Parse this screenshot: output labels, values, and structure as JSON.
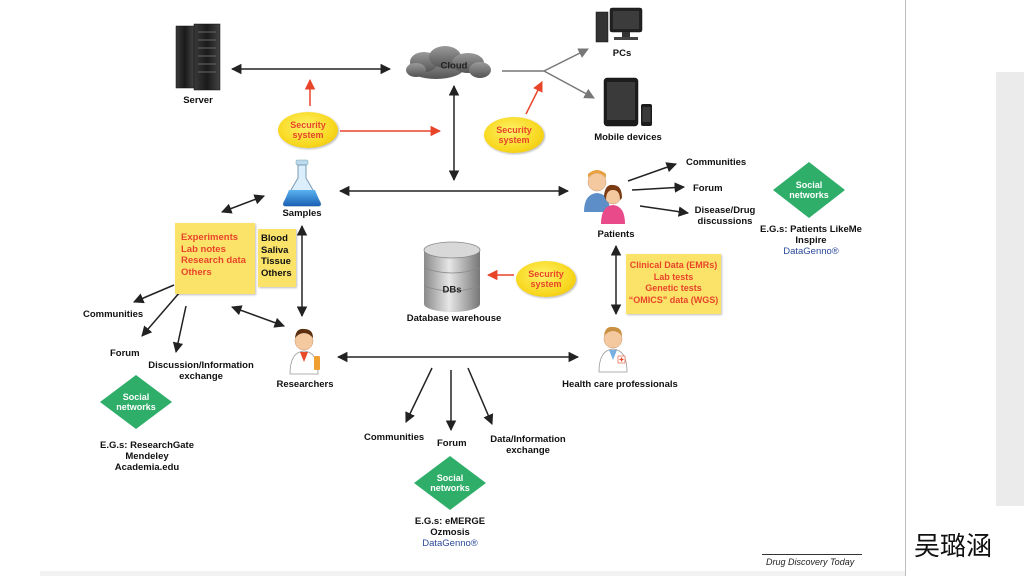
{
  "nodes": {
    "server": "Server",
    "cloud": "Cloud",
    "pcs": "PCs",
    "mobile": "Mobile devices",
    "samples": "Samples",
    "patients": "Patients",
    "db_inner": "DBs",
    "db_label": "Database warehouse",
    "researchers": "Researchers",
    "hcp": "Health care professionals"
  },
  "security": {
    "line1": "Security",
    "line2": "system"
  },
  "patients_links": {
    "communities": "Communities",
    "forum": "Forum",
    "disease_line1": "Disease/Drug",
    "disease_line2": "discussions"
  },
  "left_links": {
    "communities": "Communities",
    "forum": "Forum",
    "discussion_line1": "Discussion/Information",
    "discussion_line2": "exchange"
  },
  "bottom_links": {
    "communities": "Communities",
    "forum": "Forum",
    "data_line1": "Data/Information",
    "data_line2": "exchange"
  },
  "social": {
    "line1": "Social",
    "line2": "networks"
  },
  "examples_right": [
    "E.G.s: Patients LikeMe",
    "Inspire",
    "DataGenno®"
  ],
  "examples_left": [
    "E.G.s: ResearchGate",
    "Mendeley",
    "Academia.edu"
  ],
  "examples_bottom": [
    "E.G.s: eMERGE",
    "Ozmosis",
    "DataGenno®"
  ],
  "notes": {
    "research": [
      "Experiments",
      "Lab notes",
      "Research data",
      "Others"
    ],
    "samples_types": [
      "Blood",
      "Saliva",
      "Tissue",
      "Others"
    ],
    "clinical": [
      "Clinical Data (EMRs)",
      "Lab tests",
      "Genetic tests",
      "“OMICS” data (WGS)"
    ]
  },
  "footer": "Drug Discovery Today",
  "author": "吴璐涵",
  "colors": {
    "arrow_black": "#222222",
    "arrow_red": "#e8442a",
    "arrow_gray": "#777777",
    "note_yellow": "#fbe36a",
    "security_yellow": "#f8d820",
    "social_green": "#2fae6a",
    "text_red": "#e8442a",
    "text_blue": "#2b4a9a"
  }
}
